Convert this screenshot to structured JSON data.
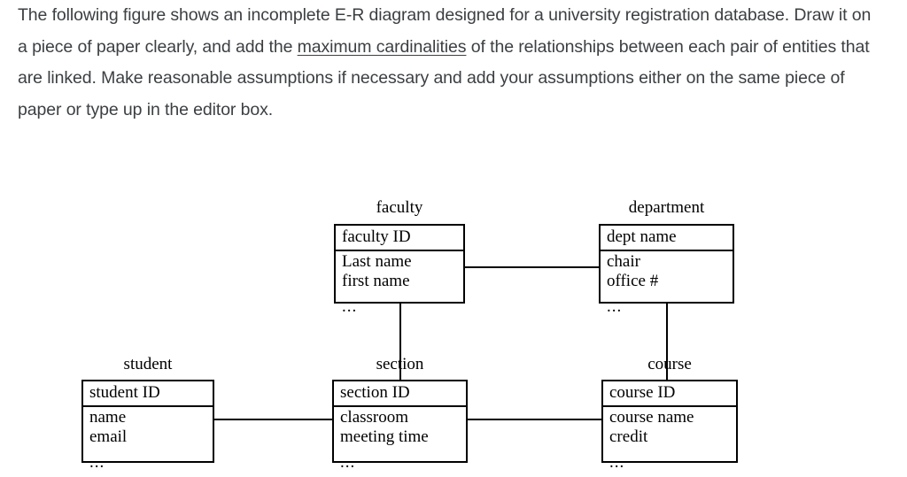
{
  "prompt": {
    "part1": "The following figure shows an incomplete E-R diagram designed for a university registration database. Draw it on a piece of paper clearly, and add the ",
    "emphasis": "maximum cardinalities",
    "part2": " of the relationships between each  pair of entities that are linked. Make reasonable assumptions if necessary and add your assumptions either on the same piece of paper or type up in the editor box."
  },
  "diagram": {
    "line_color": "#000000",
    "entities": [
      {
        "id": "faculty",
        "title": "faculty",
        "key": "faculty ID",
        "attributes": [
          "Last name",
          "first name"
        ],
        "ellipsis": "..."
      },
      {
        "id": "department",
        "title": "department",
        "key": "dept name",
        "attributes": [
          "chair",
          "office #"
        ],
        "ellipsis": "..."
      },
      {
        "id": "student",
        "title": "student",
        "key": "student ID",
        "attributes": [
          "name",
          "email"
        ],
        "ellipsis": "..."
      },
      {
        "id": "section",
        "title": "section",
        "key": "section ID",
        "attributes": [
          "classroom",
          "meeting time"
        ],
        "ellipsis": "..."
      },
      {
        "id": "course",
        "title": "course",
        "key": "course ID",
        "attributes": [
          "course name",
          "credit"
        ],
        "ellipsis": "..."
      }
    ],
    "relationships": [
      {
        "id": "faculty-department",
        "from": "faculty",
        "to": "department"
      },
      {
        "id": "faculty-section",
        "from": "faculty",
        "to": "section"
      },
      {
        "id": "department-course",
        "from": "department",
        "to": "course"
      },
      {
        "id": "student-section",
        "from": "student",
        "to": "section"
      },
      {
        "id": "section-course",
        "from": "section",
        "to": "course"
      }
    ]
  }
}
